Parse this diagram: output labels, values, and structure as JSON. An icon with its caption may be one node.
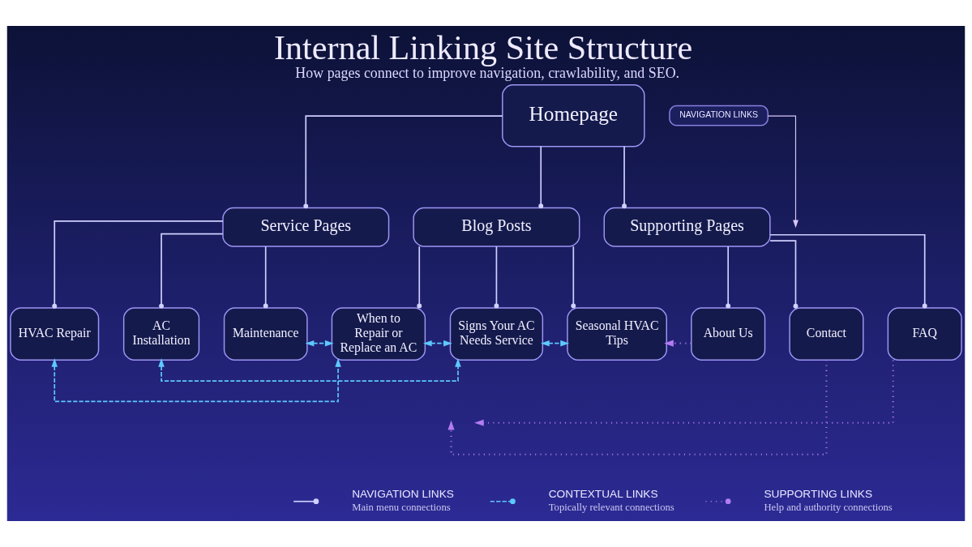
{
  "diagram": {
    "title": "Internal Linking Site Structure",
    "caption": "How pages connect to improve navigation, crawlability, and SEO.",
    "nodes": [
      {
        "text": [
          "Homepage"
        ]
      },
      {
        "text": [
          "Service Pages"
        ]
      },
      {
        "text": [
          "Blog Posts"
        ]
      },
      {
        "text": [
          "Supporting Pages"
        ]
      },
      {
        "text": [
          "HVAC Repair"
        ]
      },
      {
        "text": [
          "AC Installation"
        ]
      },
      {
        "text": [
          "Maintenance"
        ]
      },
      {
        "text": [
          "When to Repair or Replace an AC"
        ]
      },
      {
        "text": [
          "Signs Your AC Needs Service"
        ]
      },
      {
        "text": [
          "Seasonal HVAC Tips"
        ]
      },
      {
        "text": [
          "About Us"
        ]
      },
      {
        "text": [
          "Contact"
        ]
      },
      {
        "text": [
          "FAQ"
        ]
      },
      {
        "text": [
          "NAVIGATION LINKS"
        ]
      }
    ],
    "edges": [
      {
        "from": 0,
        "to": 1,
        "arrow": "other"
      },
      {
        "from": 0,
        "to": 2,
        "arrow": "other"
      },
      {
        "from": 0,
        "to": 3,
        "arrow": "other"
      },
      {
        "from": 1,
        "to": 4,
        "arrow": "other"
      },
      {
        "from": 1,
        "to": 5,
        "arrow": "other"
      },
      {
        "from": 1,
        "to": 6,
        "arrow": "other"
      },
      {
        "from": 2,
        "to": 7,
        "arrow": "other"
      },
      {
        "from": 2,
        "to": 8,
        "arrow": "other"
      },
      {
        "from": 2,
        "to": 9,
        "arrow": "other"
      },
      {
        "from": 3,
        "to": 10,
        "arrow": "other"
      },
      {
        "from": 3,
        "to": 11,
        "arrow": "other"
      },
      {
        "from": 3,
        "to": 12,
        "arrow": "other"
      },
      {
        "from": 7,
        "to": 8,
        "arrow": "both",
        "style": "dashed",
        "color": "#5ec8ff"
      },
      {
        "from": 8,
        "to": 9,
        "arrow": "both",
        "style": "dashed",
        "color": "#5ec8ff"
      },
      {
        "from": 6,
        "to": 7,
        "arrow": "both",
        "style": "dashed",
        "color": "#5ec8ff"
      },
      {
        "from": 4,
        "to": 7,
        "arrow": "both",
        "style": "dashed",
        "color": "#5ec8ff"
      },
      {
        "from": 5,
        "to": 8,
        "arrow": "both",
        "style": "dashed",
        "color": "#5ec8ff"
      },
      {
        "from": 10,
        "to": 9,
        "arrow": "to",
        "style": "dashed",
        "color": "#b47cf2"
      },
      {
        "from": 11,
        "to": null,
        "arrow": "to",
        "style": "dashed",
        "color": "#b47cf2"
      },
      {
        "from": 12,
        "to": null,
        "arrow": "to",
        "style": "dashed",
        "color": "#b47cf2"
      },
      {
        "from": 13,
        "to": null,
        "arrow": "to"
      }
    ],
    "labels": [
      "Main menu connections",
      "Topically relevant connections",
      "Help and authority connections"
    ],
    "legend": [
      {
        "text": "NAVIGATION LINKS"
      },
      {
        "text": "CONTEXTUAL LINKS"
      },
      {
        "text": "SUPPORTING LINKS"
      }
    ]
  }
}
